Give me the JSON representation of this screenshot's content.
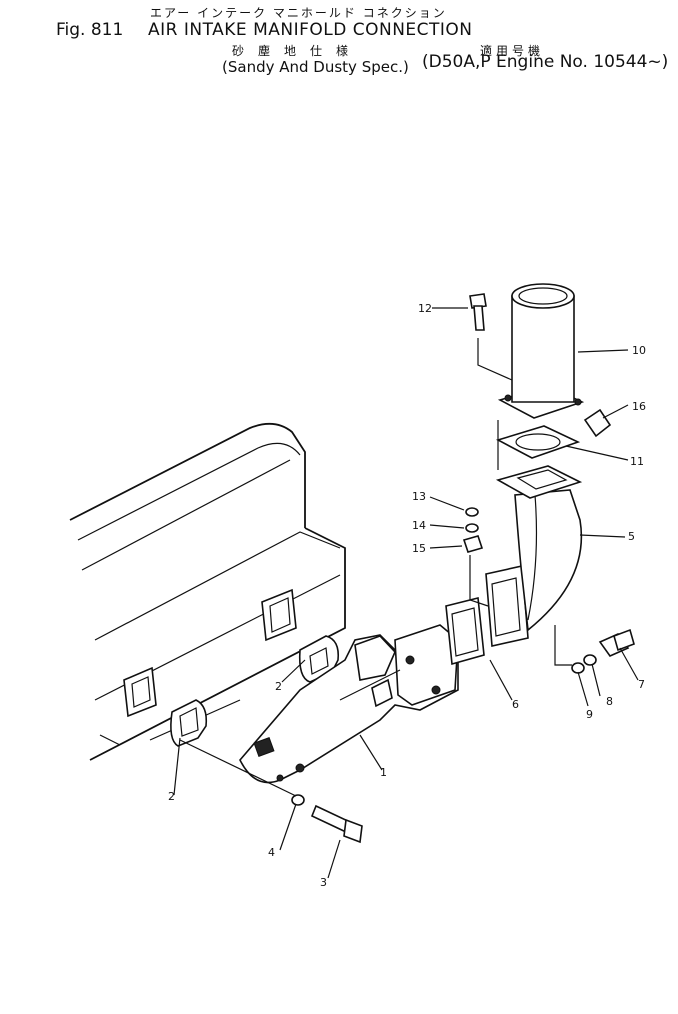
{
  "header": {
    "jp_title": "エアー インテーク マニホールド コネクション",
    "fig": "Fig. 811",
    "title": "AIR INTAKE MANIFOLD CONNECTION",
    "jp_spec": "砂塵地仕様",
    "jp_applicable": "適用号機",
    "spec": "(Sandy And Dusty Spec.)",
    "engine": "(D50A,P Engine No. 10544~)"
  },
  "callouts": {
    "c1": "1",
    "c2a": "2",
    "c2b": "2",
    "c3": "3",
    "c4": "4",
    "c5": "5",
    "c6": "6",
    "c7": "7",
    "c8": "8",
    "c9": "9",
    "c10": "10",
    "c11": "11",
    "c12": "12",
    "c13": "13",
    "c14": "14",
    "c15": "15",
    "c16": "16"
  }
}
